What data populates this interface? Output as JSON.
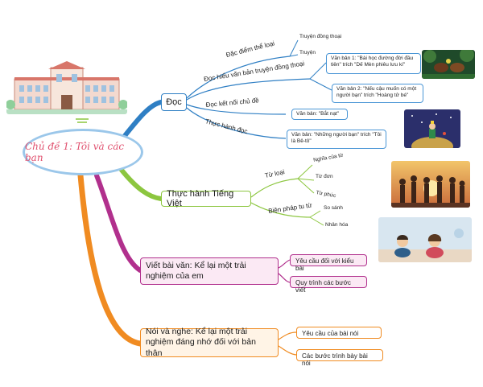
{
  "center": "Chủ đề 1: Tôi và các bạn",
  "branches": {
    "doc": {
      "label": "Đọc",
      "sub1": {
        "label": "Đặc điểm thể loại",
        "leaves": [
          "Truyện đồng thoại",
          "Truyện"
        ]
      },
      "sub2": {
        "label": "Đọc hiểu văn bản truyện đồng thoại",
        "leaves": [
          "Văn bản 1: \"Bài học đường đời đầu tiên\" trích \"Dế Mèn phiêu lưu kí\"",
          "Văn bản 2: \"Nếu cậu muốn có một người bạn\" trích \"Hoàng tử bé\""
        ]
      },
      "sub3": {
        "label": "Đọc kết nối chủ đề",
        "leaf": "Văn bản: \"Bắt nạt\""
      },
      "sub4": {
        "label": "Thực hành đọc",
        "leaf": "Văn bản: \"Những người bạn\" trích \"Tôi là Bê-tô\""
      }
    },
    "tieng_viet": {
      "label": "Thực hành Tiếng Việt",
      "tu_loai": {
        "label": "Từ loại",
        "leaves": [
          "Nghĩa của từ",
          "Từ đơn",
          "Từ phức"
        ]
      },
      "bien_phap": {
        "label": "Biện pháp tu từ",
        "leaves": [
          "So sánh",
          "Nhân hóa"
        ]
      }
    },
    "viet": {
      "label": "Viết bài văn: Kể lại một trải nghiệm của em",
      "leaves": [
        "Yêu cầu đối với kiểu bài",
        "Quy trình các bước viết"
      ]
    },
    "noi_nghe": {
      "label": "Nói và nghe: Kể lại một trải nghiệm đáng nhớ đối với bản thân",
      "leaves": [
        "Yêu cầu của bài nói",
        "Các bước trình bày bài nói"
      ]
    }
  },
  "colors": {
    "doc": "#2f7fc4",
    "tieng_viet": "#8cc63f",
    "viet": "#b1308d",
    "noi_nghe": "#f08b21",
    "center_text": "#e0506e"
  }
}
